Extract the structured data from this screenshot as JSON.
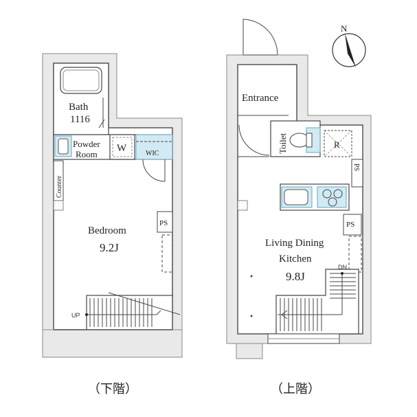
{
  "lower_floor": {
    "caption": "（下階）",
    "rooms": {
      "bath_label": "Bath",
      "bath_size": "1116",
      "powder_line1": "Powder",
      "powder_line2": "Room",
      "washer": "W",
      "wic": "WIC",
      "counter": "Counter",
      "bedroom": "Bedroom",
      "bedroom_size": "9.2J",
      "ps": "PS",
      "up": "UP"
    }
  },
  "upper_floor": {
    "caption": "（上階）",
    "rooms": {
      "entrance": "Entrance",
      "toilet": "Toilet",
      "fridge": "R",
      "ps_vertical": "PS",
      "ps": "PS",
      "ldk_line1": "Living Dining",
      "ldk_line2": "Kitchen",
      "ldk_size": "9.8J",
      "dn": "DN"
    }
  },
  "compass": {
    "label": "N"
  }
}
